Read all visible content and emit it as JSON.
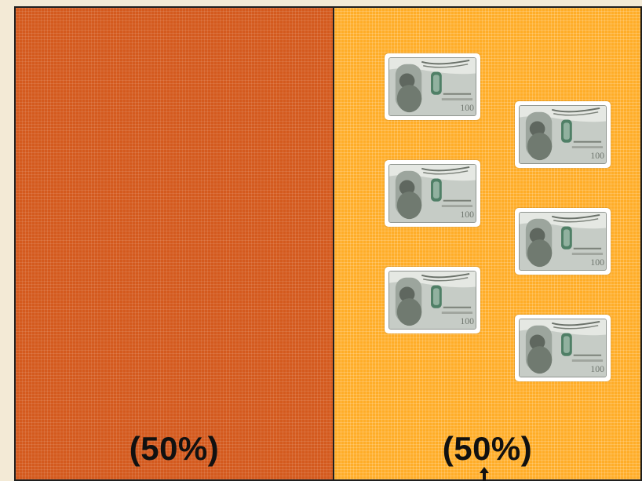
{
  "slide": {
    "left_panel": {
      "label": "(50%)",
      "color": "#d45a1e"
    },
    "right_panel": {
      "label": "(50%)",
      "color": "#ffad28",
      "bill_icon": "dollar-bill-icon",
      "bill_count": 6
    }
  }
}
